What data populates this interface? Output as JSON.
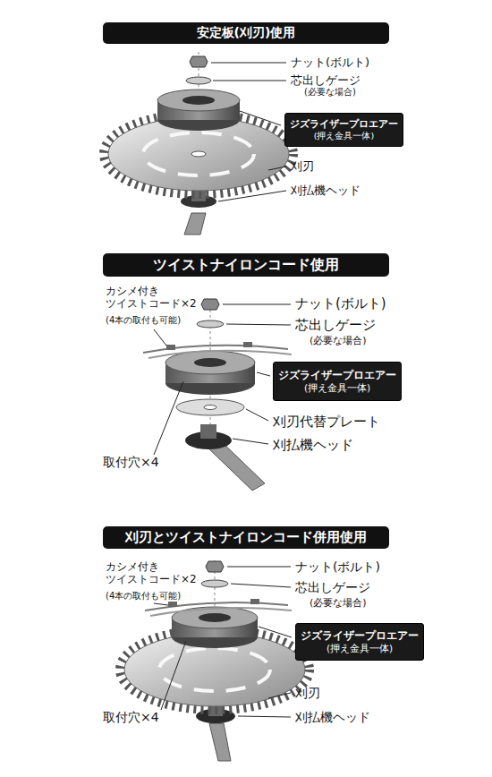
{
  "diagram": {
    "nodes": [
      {
        "text": [
          "安定板(刈刃)使用"
        ]
      },
      {
        "text": [
          "ジズライザープロエアー",
          "(押え金具一体)"
        ]
      },
      {
        "text": [
          "ツイストナイロンコード使用"
        ]
      },
      {
        "text": [
          "ジズライザープロエアー",
          "(押え金具一体)"
        ]
      },
      {
        "text": [
          "刈刃とツイストナイロンコード併用使用"
        ]
      },
      {
        "text": [
          "ジズライザープロエアー",
          "(押え金具一体)"
        ]
      }
    ],
    "labels": [
      "ナット(ボルト)",
      "芯出しゲージ",
      "(必要な場合)",
      "刈刃",
      "刈払機ヘッド",
      "カシメ付き ツイストコード×2",
      "(4本の取付も可能)",
      "ナット(ボルト)",
      "芯出しゲージ",
      "(必要な場合)",
      "刈刃代替プレート",
      "刈払機ヘッド",
      "取付穴×4",
      "カシメ付き ツイストコード×2",
      "(4本の取付も可能)",
      "ナット(ボルト)",
      "芯出しゲージ",
      "(必要な場合)",
      "刈刃",
      "取付穴×4",
      "刈払機ヘッド"
    ]
  }
}
